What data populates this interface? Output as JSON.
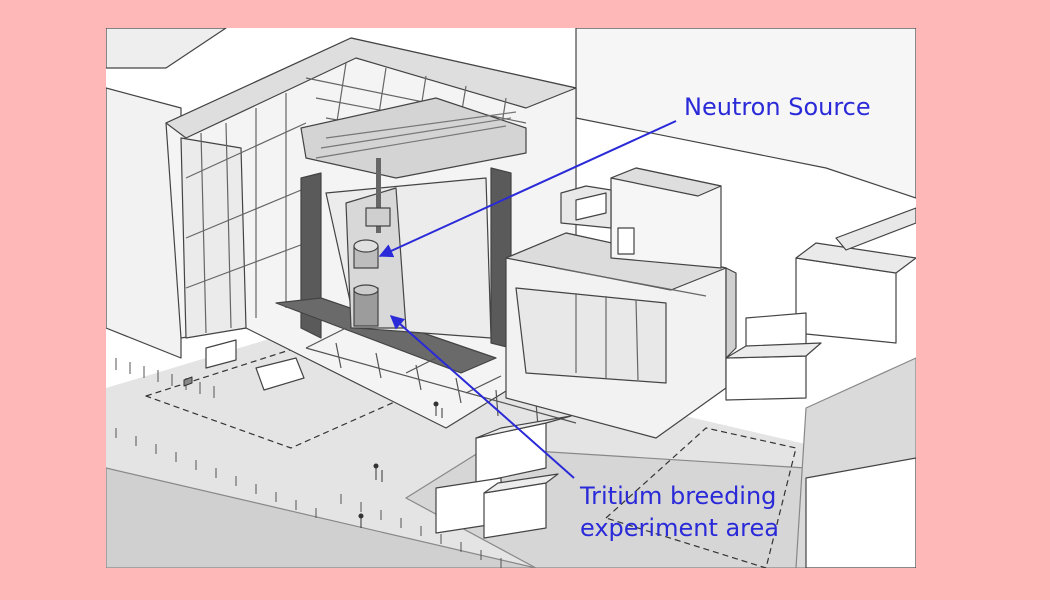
{
  "labels": {
    "neutron_source": "Neutron Source",
    "tritium_line1": "Tritium breeding",
    "tritium_line2": "experiment area"
  },
  "colors": {
    "page_background": "#ffb8b8",
    "label_and_arrow": "#2a2ad8",
    "line_art": "#444444",
    "ground": "#d4d4d4",
    "facade": "#e6e6e6"
  },
  "figure": {
    "type": "isometric cutaway building diagram",
    "icons": [
      "building-cutaway",
      "outbuilding",
      "storage-boxes",
      "fence-posts",
      "people-figures"
    ]
  }
}
